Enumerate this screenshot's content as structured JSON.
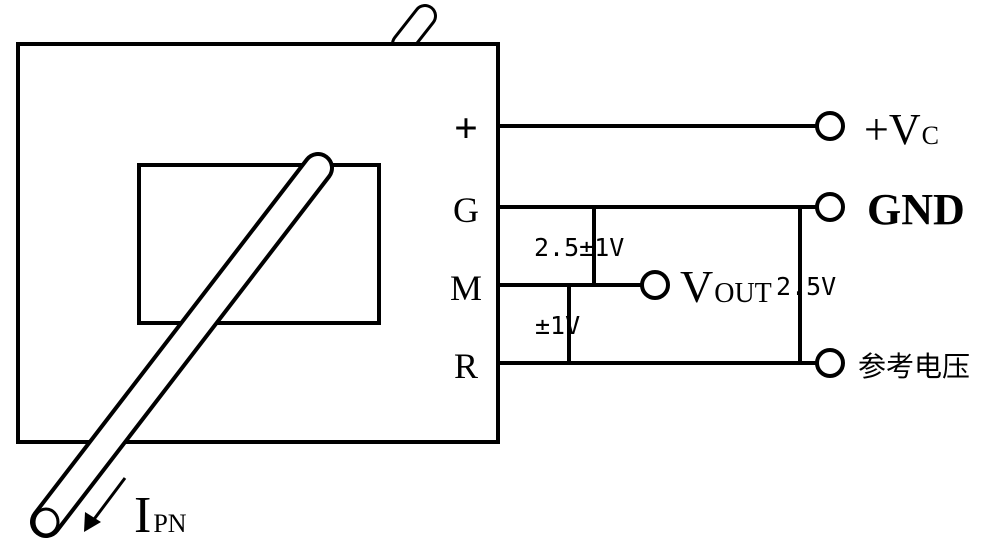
{
  "pins": {
    "plus": "+",
    "g": "G",
    "m": "M",
    "r": "R"
  },
  "terminals": {
    "vc": {
      "prefix": "+V",
      "sub": "C"
    },
    "gnd": "GND",
    "vout": {
      "main": "V",
      "sub": "OUT"
    },
    "ref": "参考电压"
  },
  "annotations": {
    "gm_voltage": "2.5±1V",
    "mr_voltage": "±1V",
    "ref_voltage": "2.5V"
  },
  "current": {
    "main": "I",
    "sub": "PN"
  },
  "colors": {
    "stroke": "#000000",
    "background": "#ffffff"
  }
}
